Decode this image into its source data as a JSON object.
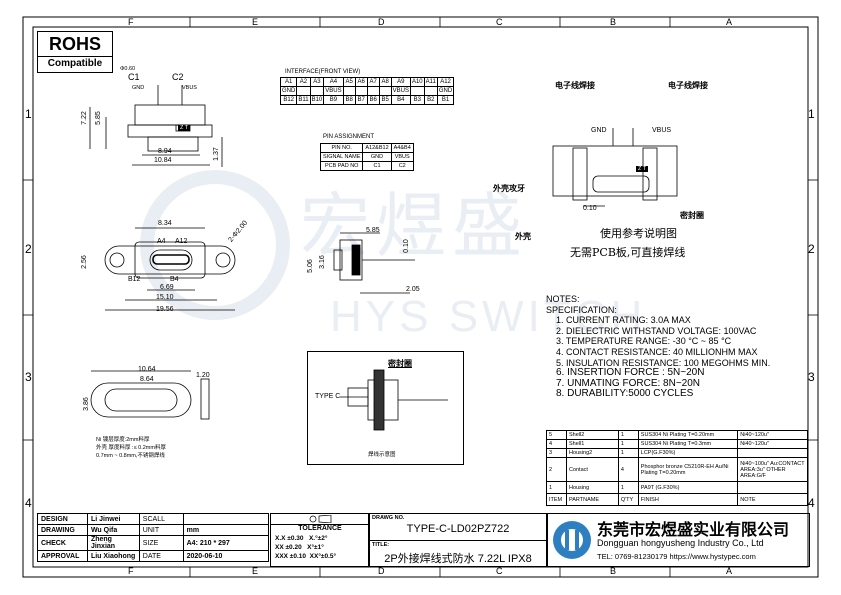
{
  "frame": {
    "columns": [
      "F",
      "E",
      "D",
      "C",
      "B",
      "A"
    ],
    "rows": [
      "1",
      "2",
      "3",
      "4"
    ]
  },
  "rohs": {
    "title": "ROHS",
    "subtitle": "Compatible"
  },
  "watermark": {
    "cn": "宏煜盛",
    "en": "HYS SWITCH"
  },
  "top_view": {
    "c1": "C1",
    "c2": "C2",
    "gnd": "GND",
    "vbus": "VBUS",
    "dia": "Φ0.60",
    "dim_h1": "7.22",
    "dim_h2": "5.85",
    "dim_w1": "8.94",
    "dim_w2": "10.84",
    "dim_t": "1.37",
    "logo": "Z T"
  },
  "interface": {
    "title": "INTERFACE(FRONT VIEW)",
    "row1": [
      "A1",
      "A2",
      "A3",
      "A4",
      "A5",
      "A6",
      "A7",
      "A8",
      "A9",
      "A10",
      "A11",
      "A12"
    ],
    "row2": [
      "GND",
      "",
      "",
      "VBUS",
      "",
      "",
      "",
      "",
      "VBUS",
      "",
      "",
      "GND"
    ],
    "row3": [
      "B12",
      "B11",
      "B10",
      "B9",
      "B8",
      "B7",
      "B6",
      "B5",
      "B4",
      "B3",
      "B2",
      "B1"
    ]
  },
  "pin_assignment": {
    "title": "PIN ASSIGNMENT",
    "headers": [
      "PIN NO.",
      "A12&B12",
      "A4&B4"
    ],
    "rows": [
      [
        "SIGNAL NAME",
        "GND",
        "VBUS"
      ],
      [
        "PCB PAD NO",
        "C1",
        "C2"
      ]
    ]
  },
  "front_view": {
    "d1": "8.34",
    "a4": "A4",
    "a12": "A12",
    "b12": "B12",
    "b4": "B4",
    "d2": "6.69",
    "d3": "15.10",
    "d4": "19.56",
    "d5": "2.56",
    "hole": "2-Φ2.00"
  },
  "side_view": {
    "d1": "5.85",
    "d2": "5.06",
    "d3": "3.16",
    "d4": "0.10",
    "d5": "2.05"
  },
  "plug_view": {
    "d1": "10.64",
    "d2": "8.64",
    "d3": "1.20",
    "d4": "3.86"
  },
  "tol_notes": {
    "l1": "Ni 镀层厚度:2mm料厚",
    "l2": "外壳 厚度料厚 :≤ 0.2mm料厚",
    "l3": "0.7mm ~ 0.8mm,不锈钢焊线"
  },
  "section_view": {
    "label": "TYPE C",
    "seal": "密封圈",
    "caption": "焊线示意图"
  },
  "assembly": {
    "wire_l": "电子线焊接",
    "wire_r": "电子线焊接",
    "gnd": "GND",
    "vbus": "VBUS",
    "shell": "外壳攻牙",
    "shell2": "外壳",
    "seal": "密封圈",
    "dim": "0.10",
    "logo": "Z T",
    "ref": "使用参考说明图",
    "no_pcb": "无需PCB板,可直接焊线"
  },
  "notes": {
    "title": "NOTES:",
    "spec": "SPECIFICATION:",
    "items": [
      "1. CURRENT RATING: 3.0A MAX",
      "2. DIELECTRIC WITHSTAND VOLTAGE: 100VAC",
      "3. TEMPERATURE RANGE: -30 °C ~ 85 °C",
      "4. CONTACT RESISTANCE: 40 MILLIONHM MAX",
      "5. INSULATION RESISTANCE: 100 MEGOHMS MIN.",
      "6. INSERTION FORCE : 5N~20N",
      "7. UNMATING FORCE: 8N~20N",
      "8. DURABILITY:5000 CYCLES"
    ]
  },
  "bom": {
    "rows": [
      [
        "5",
        "Shell2",
        "1",
        "SUS304 Ni  Plating  T=0.20mm",
        "Ni40~120u\""
      ],
      [
        "4",
        "Shell1",
        "1",
        "SUS304 Ni  Plating  T=0.3mm",
        "Ni40~120u\""
      ],
      [
        "3",
        "Housing2",
        "1",
        "LCP(G.F30%)",
        ""
      ],
      [
        "2",
        "Contact",
        "4",
        "Phosphor bronze  C5210R-EH Au/Ni  Plating  T=0.20mm",
        "Ni40~100u\" Au:CONTACT AREA:3u\" OTHER AREA:G/F"
      ],
      [
        "1",
        "Housing",
        "1",
        "PA9T (G.F30%)",
        ""
      ]
    ],
    "headers": [
      "ITEM",
      "PARTNAME",
      "Q'TY",
      "FINISH",
      "NOTE"
    ]
  },
  "title_block": {
    "rows": [
      [
        "DESIGN",
        "Li Jinwei",
        "SCALL",
        ""
      ],
      [
        "DRAWING",
        "Wu Qifa",
        "UNIT",
        "mm"
      ],
      [
        "CHECK",
        "Zheng Jinxian",
        "SIZE",
        "A4: 210 * 297"
      ],
      [
        "APPROVAL",
        "Liu Xiaohong",
        "DATE",
        "2020-06-10"
      ]
    ],
    "tolerance": "TOLERANCE",
    "tol_rows": [
      [
        "X.X   ±0.30",
        "X.°±2°"
      ],
      [
        "XX   ±0.20",
        "X°±1°"
      ],
      [
        "XXX  ±0.10",
        "XX°±0.5°"
      ]
    ],
    "drawno_label": "DRAWG NO.",
    "drawno": "TYPE-C-LD02PZ722",
    "title_label": "TITLE:",
    "title": "2P外接焊线式防水 7.22L IPX8"
  },
  "company": {
    "cn": "东莞市宏煜盛实业有限公司",
    "en": "Dongguan hongyusheng Industry Co., Ltd",
    "contact": "TEL: 0769-81230179   https://www.hystypec.com"
  }
}
